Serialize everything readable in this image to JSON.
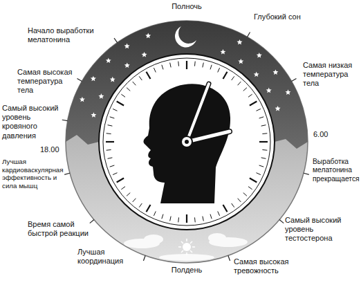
{
  "diagram": {
    "labels": [
      "Полночь",
      "Глубокий сон",
      "Начало выработки мелатонина",
      "Самая высокая температура тела",
      "Самая низкая температура тела",
      "Самый высокий уровень кровяного давления",
      "18.00",
      "6.00",
      "Лучшая кардиоваскулярная эффективность и сила мышц",
      "Выработка мелатонина прекращается",
      "Самый высокий уровень тестостерона",
      "Время самой быстрой реакции",
      "Лучшая координация",
      "Полдень",
      "Самая высокая тревожность"
    ]
  }
}
